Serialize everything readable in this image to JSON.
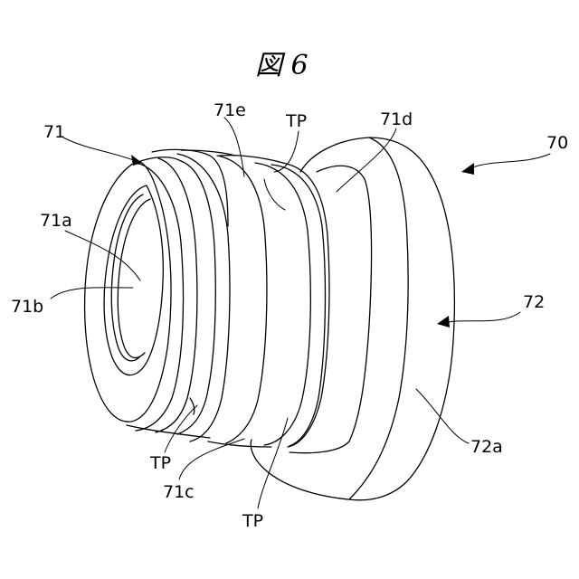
{
  "figure": {
    "title": "図 6",
    "labels": {
      "l70": "70",
      "l71": "71",
      "l71a": "71a",
      "l71b": "71b",
      "l71c": "71c",
      "l71d": "71d",
      "l71e": "71e",
      "l72": "72",
      "l72a": "72a",
      "tp_top": "TP",
      "tp_left": "TP",
      "tp_bottom": "TP"
    }
  }
}
